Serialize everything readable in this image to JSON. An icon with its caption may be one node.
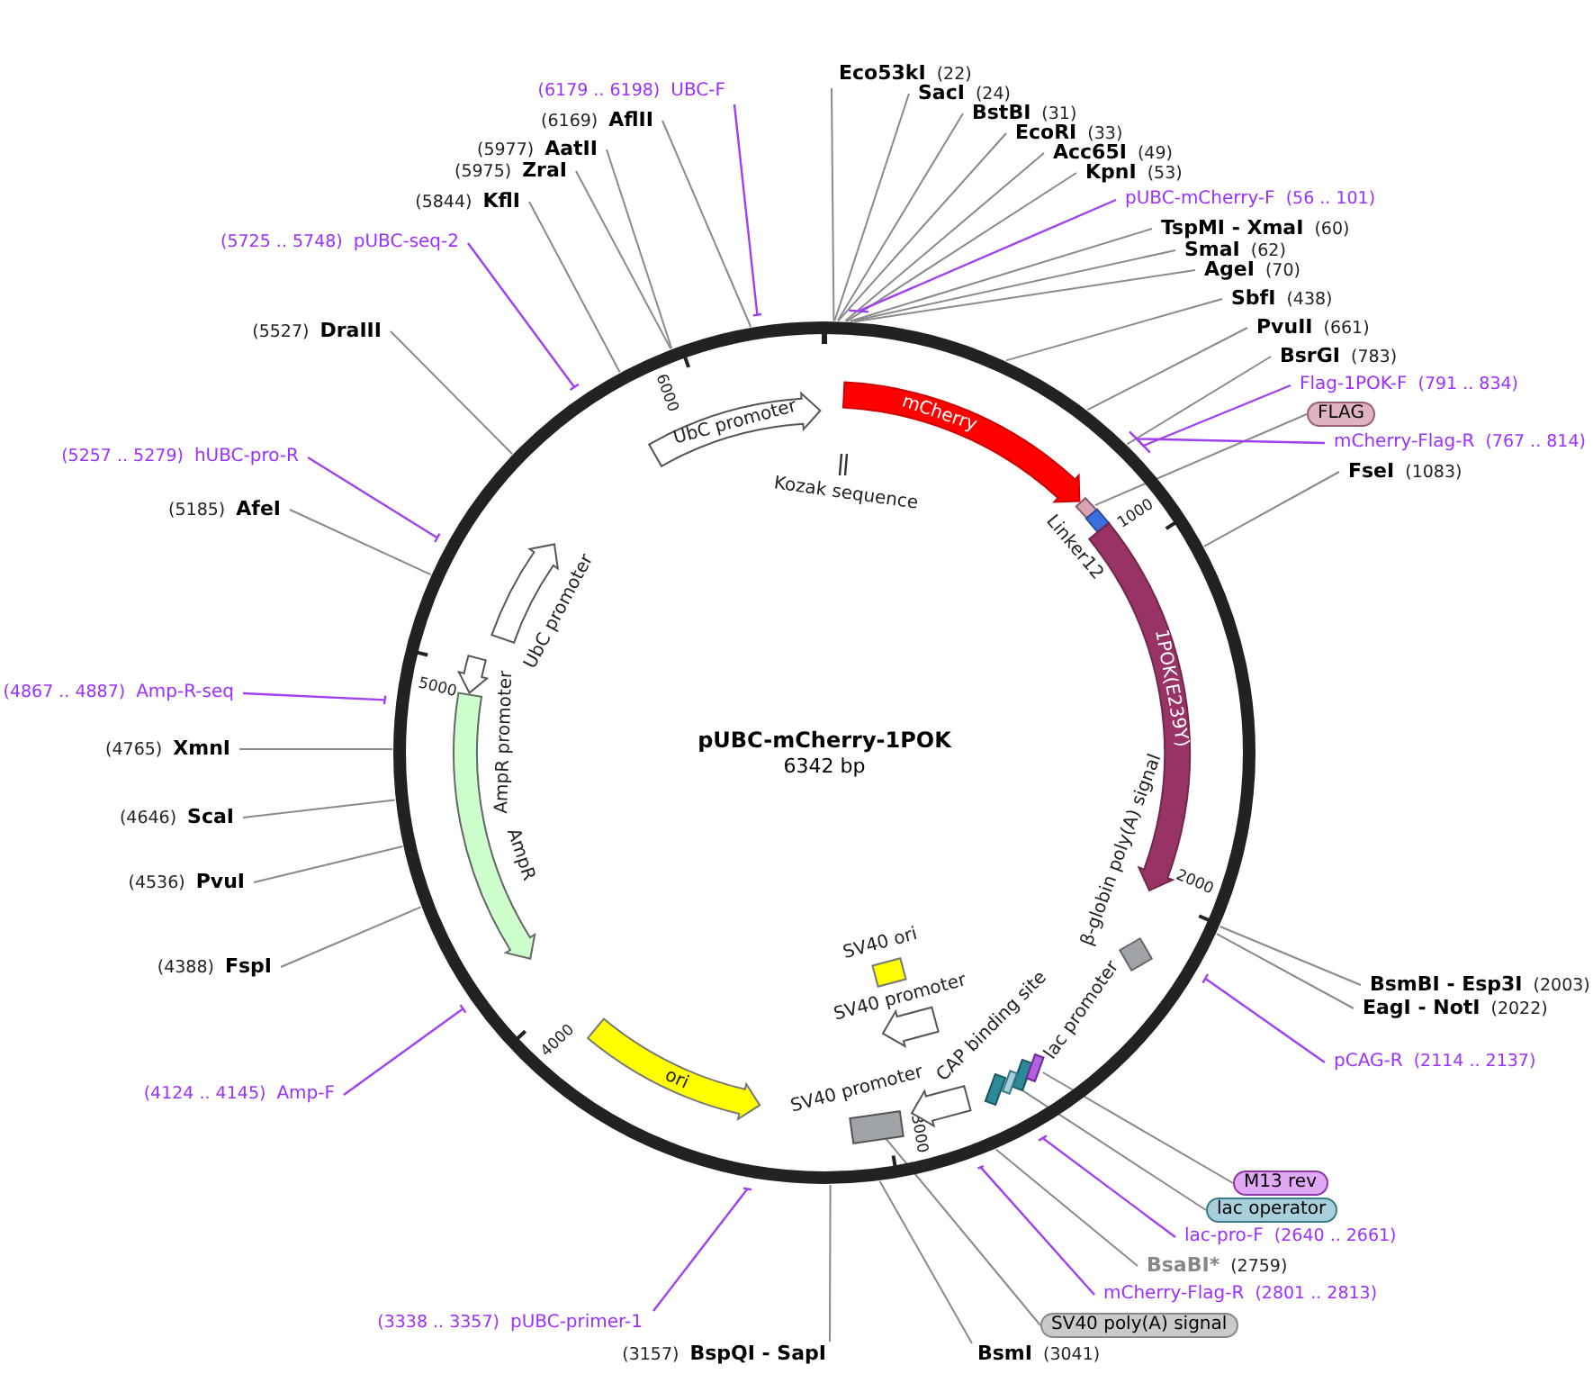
{
  "diagram": {
    "title": "pUBC-mCherry-1POK",
    "nodes": [
      {
        "text": [
          "UbC promoter"
        ]
      },
      {
        "text": [
          "mCherry"
        ]
      },
      {
        "text": [
          "Kozak sequence"
        ]
      },
      {
        "text": [],
        "shape": "box"
      },
      {
        "text": [
          "Linker12"
        ]
      },
      {
        "text": [
          "1POK(E239Y)"
        ]
      },
      {
        "text": [
          "β-globin poly(A) signal"
        ]
      },
      {
        "text": [
          "SV40 ori"
        ]
      },
      {
        "text": [
          "SV40 promoter"
        ]
      },
      {
        "text": [
          "CAP binding site"
        ]
      },
      {
        "text": [
          "lac promoter"
        ]
      },
      {
        "text": [],
        "shape": "box"
      },
      {
        "text": [],
        "shape": "box"
      },
      {
        "text": [
          "SV40 promoter"
        ]
      },
      {
        "text": [],
        "shape": "box"
      },
      {
        "text": [
          "ori"
        ]
      },
      {
        "text": [
          "AmpR"
        ]
      },
      {
        "text": [
          "AmpR promoter"
        ]
      },
      {
        "text": [
          "UbC promoter"
        ]
      },
      {
        "text": [
          "FLAG"
        ]
      },
      {
        "text": [
          "M13 rev"
        ]
      },
      {
        "text": [
          "lac operator"
        ]
      },
      {
        "text": [
          "SV40 poly(A) signal"
        ]
      },
      {
        "text": [
          "Eco53kI",
          "(22)"
        ]
      },
      {
        "text": [
          "SacI",
          "(24)"
        ]
      },
      {
        "text": [
          "BstBI",
          "(31)"
        ]
      },
      {
        "text": [
          "EcoRI",
          "(33)"
        ]
      },
      {
        "text": [
          "Acc65I",
          "(49)"
        ]
      },
      {
        "text": [
          "KpnI",
          "(53)"
        ]
      },
      {
        "text": [
          "pUBC-mCherry-F",
          "(56 .. 101)"
        ]
      },
      {
        "text": [
          "TspMI - XmaI",
          "(60)"
        ]
      },
      {
        "text": [
          "SmaI",
          "(62)"
        ]
      },
      {
        "text": [
          "AgeI",
          "(70)"
        ]
      },
      {
        "text": [
          "SbfI",
          "(438)"
        ]
      },
      {
        "text": [
          "PvuII",
          "(661)"
        ]
      },
      {
        "text": [
          "BsrGI",
          "(783)"
        ]
      },
      {
        "text": [
          "Flag-1POK-F",
          "(791 .. 834)"
        ]
      },
      {
        "text": [
          "mCherry-Flag-R",
          "(767 .. 814)"
        ]
      },
      {
        "text": [
          "FseI",
          "(1083)"
        ]
      },
      {
        "text": [
          "BsmBI - Esp3I",
          "(2003)"
        ]
      },
      {
        "text": [
          "EagI - NotI",
          "(2022)"
        ]
      },
      {
        "text": [
          "pCAG-R",
          "(2114 .. 2137)"
        ]
      },
      {
        "text": [
          "lac-pro-F",
          "(2640 .. 2661)"
        ]
      },
      {
        "text": [
          "BsaBI*",
          "(2759)"
        ]
      },
      {
        "text": [
          "mCherry-Flag-R",
          "(2801 .. 2813)"
        ]
      },
      {
        "text": [
          "BsmI",
          "(3041)"
        ]
      },
      {
        "text": [
          "(3157)",
          "BspQI - SapI"
        ]
      },
      {
        "text": [
          "(3338 .. 3357)",
          "pUBC-primer-1"
        ]
      },
      {
        "text": [
          "(4124 .. 4145)",
          "Amp-F"
        ]
      },
      {
        "text": [
          "(4388)",
          "FspI"
        ]
      },
      {
        "text": [
          "(4536)",
          "PvuI"
        ]
      },
      {
        "text": [
          "(4646)",
          "ScaI"
        ]
      },
      {
        "text": [
          "(4765)",
          "XmnI"
        ]
      },
      {
        "text": [
          "(4867 .. 4887)",
          "Amp-R-seq"
        ]
      },
      {
        "text": [
          "(5185)",
          "AfeI"
        ]
      },
      {
        "text": [
          "(5257 .. 5279)",
          "hUBC-pro-R"
        ]
      },
      {
        "text": [
          "(5527)",
          "DraIII"
        ]
      },
      {
        "text": [
          "(5725 .. 5748)",
          "pUBC-seq-2"
        ]
      },
      {
        "text": [
          "(5844)",
          "KflI"
        ]
      },
      {
        "text": [
          "(5975)",
          "ZraI"
        ]
      },
      {
        "text": [
          "(5977)",
          "AatII"
        ]
      },
      {
        "text": [
          "(6169)",
          "AflII"
        ]
      },
      {
        "text": [
          "(6179 .. 6198)",
          "UBC-F"
        ]
      }
    ],
    "edges": [
      {
        "from": 19,
        "to": 3,
        "arrow": "none"
      },
      {
        "from": 20,
        "to": 12,
        "arrow": "none"
      },
      {
        "from": 21,
        "to": 11,
        "arrow": "none"
      },
      {
        "from": 22,
        "to": 14,
        "arrow": "none"
      },
      {
        "from": 23,
        "to": null,
        "arrow": "none"
      },
      {
        "from": 24,
        "to": null,
        "arrow": "none"
      },
      {
        "from": 25,
        "to": null,
        "arrow": "none"
      },
      {
        "from": 26,
        "to": null,
        "arrow": "none"
      },
      {
        "from": 27,
        "to": null,
        "arrow": "none"
      },
      {
        "from": 28,
        "to": null,
        "arrow": "none"
      },
      {
        "from": 29,
        "to": null,
        "arrow": "none",
        "color": "#a040f0"
      },
      {
        "from": 30,
        "to": null,
        "arrow": "none"
      },
      {
        "from": 31,
        "to": null,
        "arrow": "none"
      },
      {
        "from": 32,
        "to": null,
        "arrow": "none"
      },
      {
        "from": 33,
        "to": null,
        "arrow": "none"
      },
      {
        "from": 34,
        "to": null,
        "arrow": "none"
      },
      {
        "from": 35,
        "to": null,
        "arrow": "none"
      },
      {
        "from": 36,
        "to": null,
        "arrow": "none",
        "color": "#a040f0"
      },
      {
        "from": 37,
        "to": null,
        "arrow": "none",
        "color": "#a040f0"
      },
      {
        "from": 38,
        "to": null,
        "arrow": "none"
      },
      {
        "from": 39,
        "to": null,
        "arrow": "none"
      },
      {
        "from": 40,
        "to": null,
        "arrow": "none"
      },
      {
        "from": 41,
        "to": null,
        "arrow": "none",
        "color": "#a040f0"
      },
      {
        "from": 42,
        "to": null,
        "arrow": "none",
        "color": "#a040f0"
      },
      {
        "from": 43,
        "to": null,
        "arrow": "none"
      },
      {
        "from": 44,
        "to": null,
        "arrow": "none",
        "color": "#a040f0"
      },
      {
        "from": 45,
        "to": null,
        "arrow": "none"
      },
      {
        "from": 46,
        "to": null,
        "arrow": "none"
      },
      {
        "from": 47,
        "to": null,
        "arrow": "none",
        "color": "#a040f0"
      },
      {
        "from": 48,
        "to": null,
        "arrow": "none",
        "color": "#a040f0"
      },
      {
        "from": 49,
        "to": null,
        "arrow": "none"
      },
      {
        "from": 50,
        "to": null,
        "arrow": "none"
      },
      {
        "from": 51,
        "to": null,
        "arrow": "none"
      },
      {
        "from": 52,
        "to": null,
        "arrow": "none"
      },
      {
        "from": 53,
        "to": null,
        "arrow": "none",
        "color": "#a040f0"
      },
      {
        "from": 54,
        "to": null,
        "arrow": "none"
      },
      {
        "from": 55,
        "to": null,
        "arrow": "none",
        "color": "#a040f0"
      },
      {
        "from": 56,
        "to": null,
        "arrow": "none"
      },
      {
        "from": 57,
        "to": null,
        "arrow": "none",
        "color": "#a040f0"
      },
      {
        "from": 58,
        "to": null,
        "arrow": "none"
      },
      {
        "from": 59,
        "to": null,
        "arrow": "none"
      },
      {
        "from": 60,
        "to": null,
        "arrow": "none"
      },
      {
        "from": 61,
        "to": null,
        "arrow": "none"
      },
      {
        "from": 62,
        "to": null,
        "arrow": "none",
        "color": "#a040f0"
      }
    ],
    "labels": [
      "6342 bp",
      "1000",
      "2000",
      "3000",
      "4000",
      "5000",
      "6000"
    ]
  }
}
